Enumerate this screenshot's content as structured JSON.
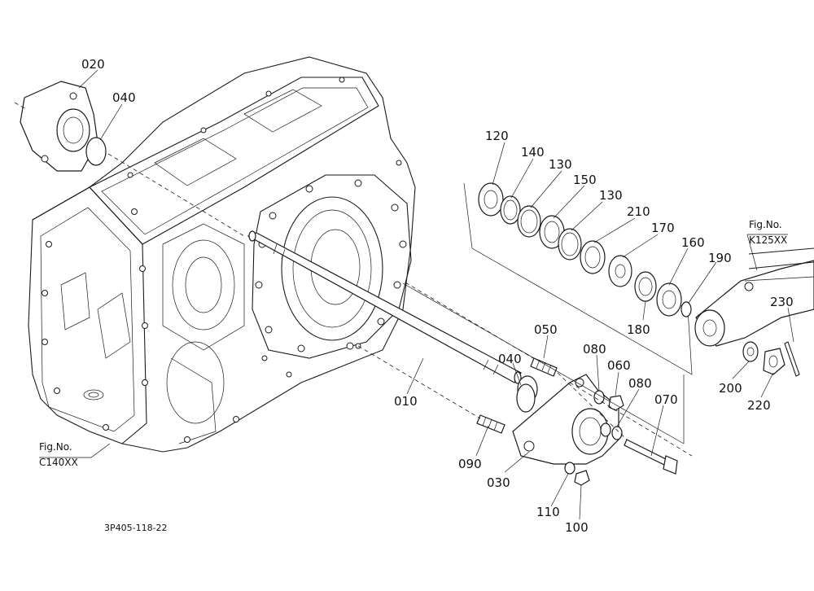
{
  "callouts": {
    "p020": "020",
    "p040a": "040",
    "p040b": "040",
    "p120": "120",
    "p140": "140",
    "p130a": "130",
    "p150": "150",
    "p130b": "130",
    "p210": "210",
    "p170": "170",
    "p160": "160",
    "p190": "190",
    "p180": "180",
    "p230": "230",
    "p200": "200",
    "p220": "220",
    "p050": "050",
    "p080a": "080",
    "p060": "060",
    "p080b": "080",
    "p070": "070",
    "p010": "010",
    "p090": "090",
    "p030": "030",
    "p110": "110",
    "p100": "100"
  },
  "fig_refs": {
    "k125": {
      "line1": "Fig.No.",
      "line2": "K125XX"
    },
    "c140": {
      "line1": "Fig.No.",
      "line2": "C140XX"
    }
  },
  "drawing_code": "3P405-118-22"
}
